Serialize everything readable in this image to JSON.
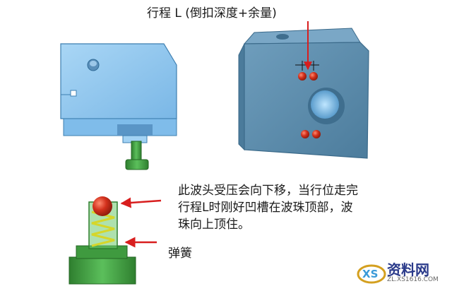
{
  "labels": {
    "title": "行程 L (倒扣深度+余量)",
    "description_lines": [
      "此波头受压会向下移，当行位走完",
      "行程L时刚好凹槽在波珠顶部，波",
      "珠向上顶住。"
    ],
    "spring": "弹簧"
  },
  "watermark": {
    "logo_text": "XS",
    "name": "资料网",
    "url": "ZL.XS1616.COM"
  },
  "colors": {
    "part_light_blue": "#8ec6ee",
    "part_mid_blue": "#5fa0d0",
    "block_steel_blue": "#5d8eae",
    "green_part": "#3f9a3f",
    "ball_red": "#d2301c",
    "arrow_red": "#d81e1e",
    "spring_yellow": "#d6d62a"
  },
  "icons": [
    "left-slider-part",
    "insert-block",
    "ball-plunger-part",
    "callout-arrow-icon",
    "xs-logo-icon"
  ]
}
